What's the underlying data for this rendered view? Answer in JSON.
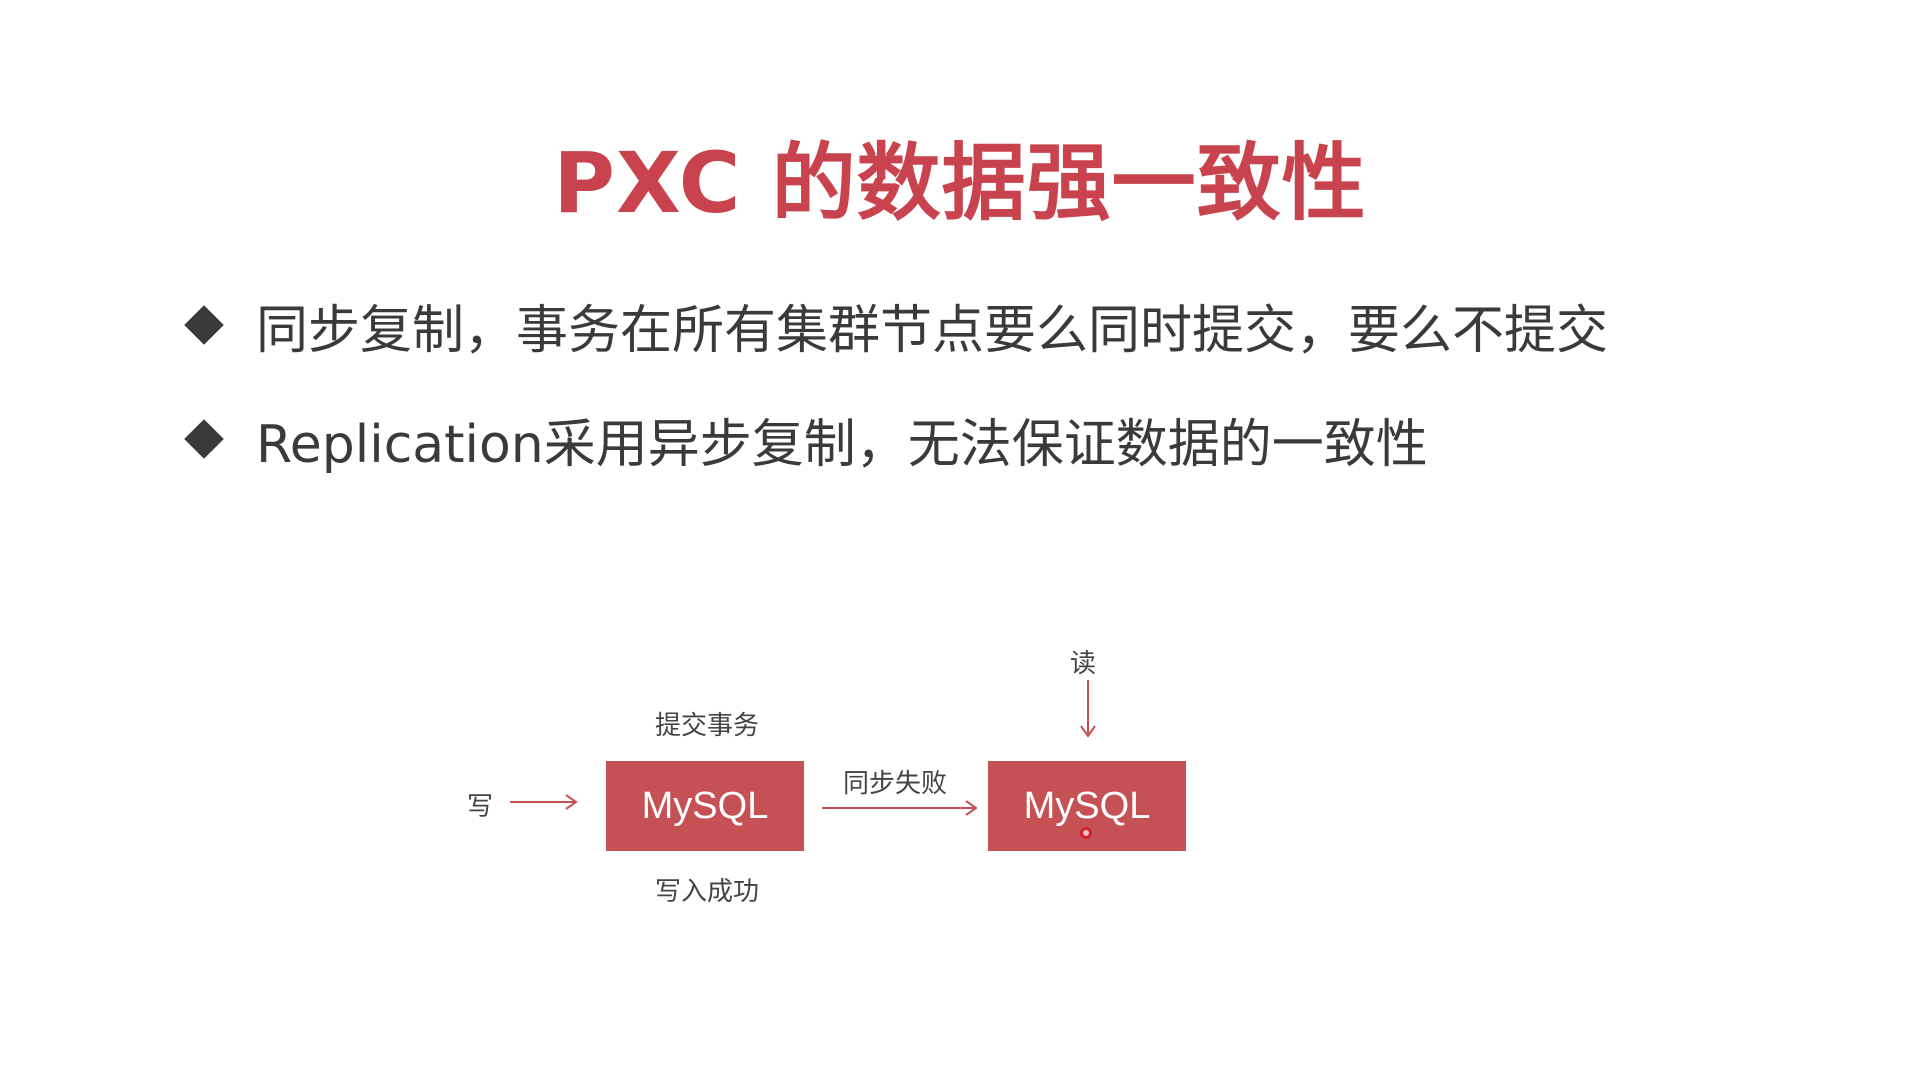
{
  "title": "PXC 的数据强一致性",
  "bullets": [
    "同步复制，事务在所有集群节点要么同时提交，要么不提交",
    "Replication采用异步复制，无法保证数据的一致性"
  ],
  "diagram": {
    "write_label": "写",
    "read_label": "读",
    "commit_label": "提交事务",
    "write_success_label": "写入成功",
    "sync_fail_label": "同步失败",
    "node_left": "MySQL",
    "node_right": "MySQL",
    "accent_color": "#c55154"
  }
}
